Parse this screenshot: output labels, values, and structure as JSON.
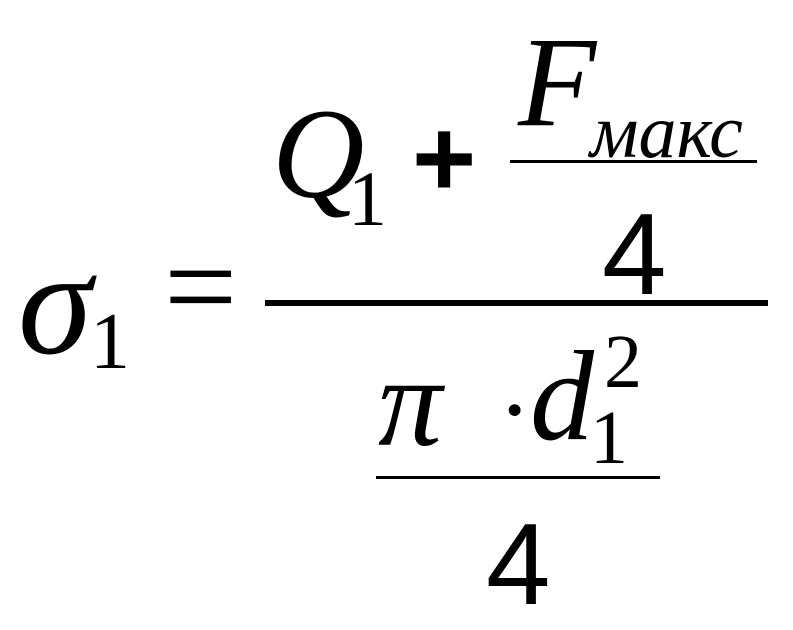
{
  "formula": {
    "lhs": {
      "symbol": "σ",
      "subscript": "1"
    },
    "equals": "=",
    "numerator": {
      "term1": {
        "symbol": "Q",
        "subscript": "1"
      },
      "plus": "+",
      "fraction": {
        "symbol": "F",
        "subscript": "макс",
        "denominator": "4"
      }
    },
    "denominator": {
      "pi": "π",
      "dot": "·",
      "d": {
        "symbol": "d",
        "subscript": "1",
        "superscript": "2"
      },
      "divisor": "4"
    }
  }
}
